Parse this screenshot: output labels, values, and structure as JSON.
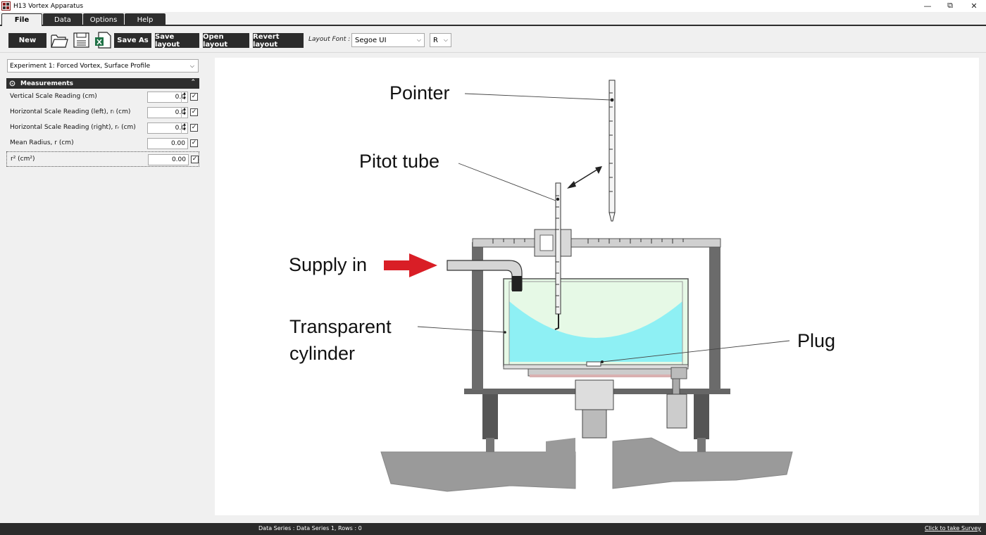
{
  "window": {
    "title": "H13 Vortex Apparatus",
    "minimize_glyph": "—",
    "restore_glyph": "⧉",
    "close_glyph": "✕"
  },
  "tabs": [
    {
      "label": "File",
      "active": true
    },
    {
      "label": "Data",
      "active": false
    },
    {
      "label": "Options",
      "active": false
    },
    {
      "label": "Help",
      "active": false
    }
  ],
  "toolbar": {
    "new_label": "New",
    "save_as_label": "Save As",
    "save_layout_label": "Save layout",
    "open_layout_label": "Open layout",
    "revert_layout_label": "Revert layout",
    "font_label": "Layout Font :",
    "font_value": "Segoe UI",
    "style_value": "R",
    "icons": [
      "open-folder-icon",
      "save-disk-icon",
      "excel-export-icon"
    ]
  },
  "experiment": {
    "selected": "Experiment 1: Forced Vortex, Surface Profile"
  },
  "measurements": {
    "header": "Measurements",
    "rows": [
      {
        "label": "Vertical Scale Reading  (cm)",
        "value": "0.0",
        "checked": true,
        "spinner": true
      },
      {
        "label": "Horizontal Scale Reading (left), rₗ  (cm)",
        "value": "0.0",
        "checked": true,
        "spinner": true
      },
      {
        "label": "Horizontal Scale Reading (right), rᵣ  (cm)",
        "value": "0.0",
        "checked": true,
        "spinner": true
      },
      {
        "label": "Mean Radius, r  (cm)",
        "value": "0.00",
        "checked": true,
        "spinner": false
      },
      {
        "label": "r² (cm²)",
        "value": "0.00",
        "checked": true,
        "spinner": false
      }
    ]
  },
  "diagram": {
    "labels": {
      "pointer": "Pointer",
      "pitot_tube": "Pitot tube",
      "supply_in": "Supply in",
      "transparent_line1": "Transparent",
      "transparent_line2": "cylinder",
      "plug": "Plug"
    },
    "colors": {
      "water": "#8ef0f4",
      "air_in_tank": "#e6f9e6",
      "supply_arrow": "#d91e26",
      "frame": "#6b6b6b",
      "floor": "#9a9a9a"
    }
  },
  "status": {
    "text": "Data Series : Data Series 1,  Rows : 0",
    "survey_link": "Click to take Survey"
  }
}
